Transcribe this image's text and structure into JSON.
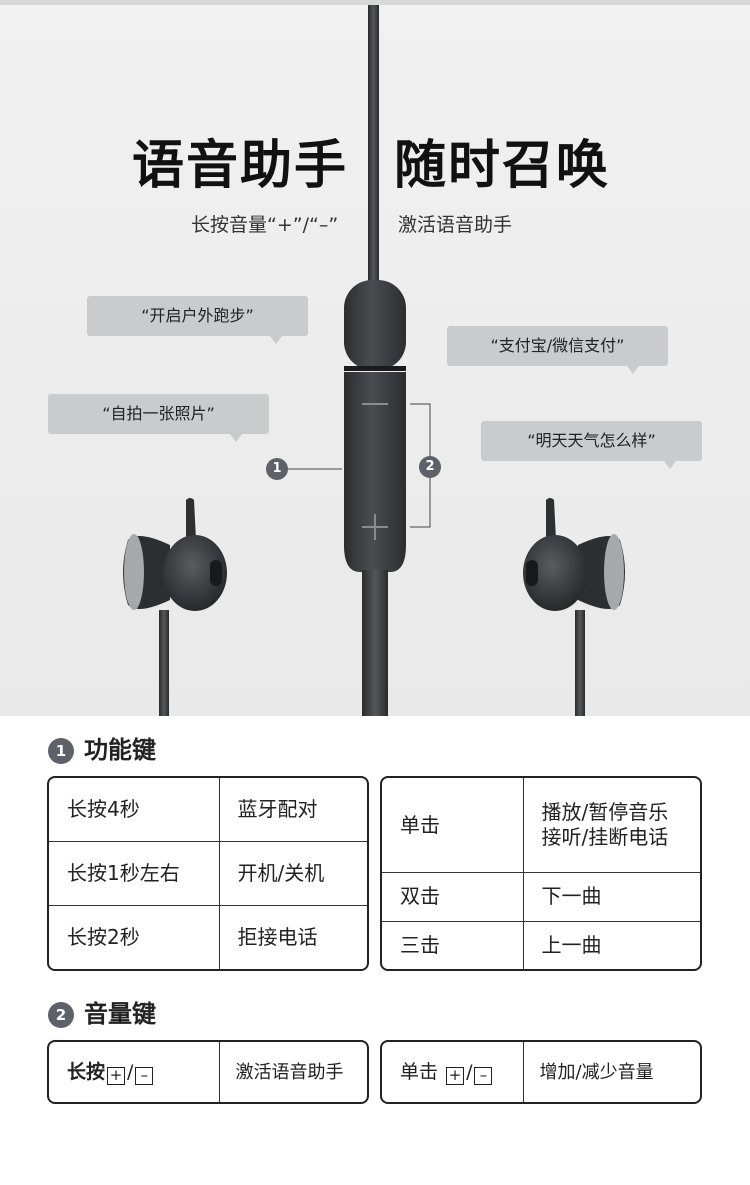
{
  "hero": {
    "headline_left": "语音助手",
    "headline_right": "随时召唤",
    "subline_left": "长按音量“+”/“–”",
    "subline_right": "激活语音助手",
    "bubbles": [
      "“开启户外跑步”",
      "“自拍一张照片”",
      "“支付宝/微信支付”",
      "“明天天气怎么样”"
    ],
    "badge_1": "1",
    "badge_2": "2"
  },
  "function_key": {
    "number": "1",
    "title": "功能键",
    "left_rows": [
      {
        "action": "长按4秒",
        "result": "蓝牙配对"
      },
      {
        "action": "长按1秒左右",
        "result": "开机/关机"
      },
      {
        "action": "长按2秒",
        "result": "拒接电话"
      }
    ],
    "right_rows": [
      {
        "action": "单击",
        "result_line1": "播放/暂停音乐",
        "result_line2": "接听/挂断电话"
      },
      {
        "action": "双击",
        "result": "下一曲"
      },
      {
        "action": "三击",
        "result": "上一曲"
      }
    ]
  },
  "volume_key": {
    "number": "2",
    "title": "音量键",
    "left": {
      "action_prefix": "长按",
      "plus": "+",
      "slash": "/",
      "minus": "–",
      "result": "激活语音助手"
    },
    "right": {
      "action_prefix": "单击",
      "plus": "+",
      "slash": "/",
      "minus": "–",
      "result": "增加/减少音量"
    }
  },
  "colors": {
    "badge": "#5e6168",
    "bubble": "#c9cbcd",
    "remote": "#3a3b3e"
  }
}
